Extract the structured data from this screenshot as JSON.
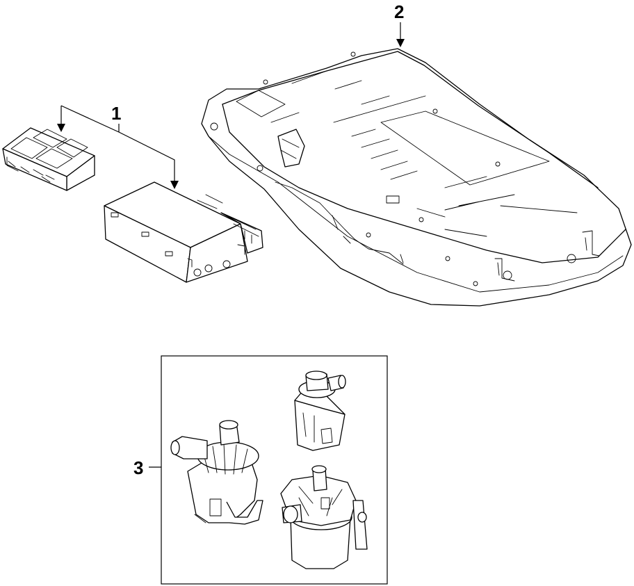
{
  "callouts": {
    "part1": "1",
    "part2": "2",
    "part3": "3"
  },
  "parts": [
    {
      "callout": "1",
      "icon": "control-module-icon",
      "count": 2
    },
    {
      "callout": "2",
      "icon": "hybrid-battery-pack-icon",
      "count": 1
    },
    {
      "callout": "3",
      "icon": "water-pump-icon",
      "count": 3
    }
  ]
}
